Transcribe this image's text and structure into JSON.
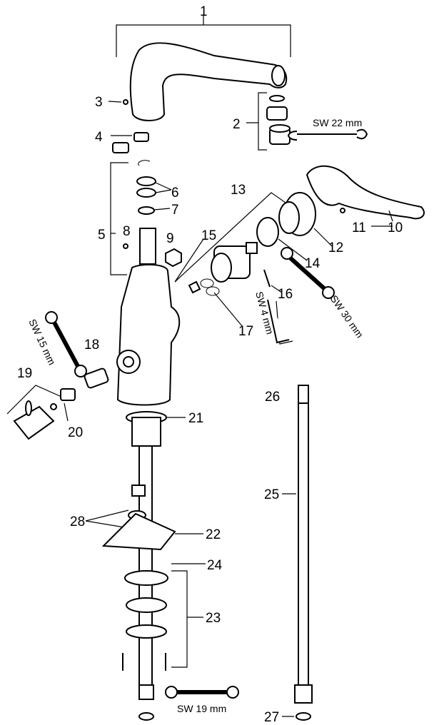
{
  "diagram": {
    "part_numbers": [
      "1",
      "2",
      "3",
      "4",
      "5",
      "6",
      "7",
      "8",
      "9",
      "10",
      "11",
      "12",
      "13",
      "14",
      "15",
      "16",
      "17",
      "18",
      "19",
      "20",
      "21",
      "22",
      "23",
      "24",
      "25",
      "26",
      "27",
      "28"
    ],
    "wrench_sizes": {
      "sw22": "SW 22 mm",
      "sw30": "SW 30 mm",
      "sw15": "SW 15 mm",
      "sw4": "SW 4 mm",
      "sw19": "SW 19 mm"
    }
  }
}
